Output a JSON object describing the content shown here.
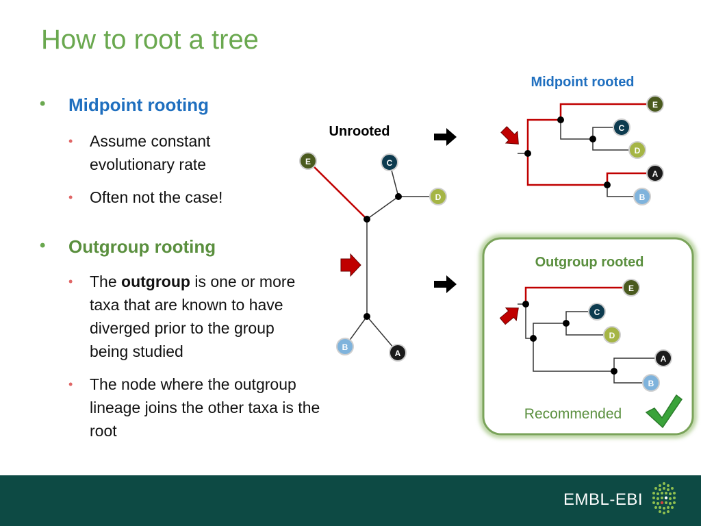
{
  "title": "How to root a tree",
  "bullets": {
    "midpoint": {
      "heading": "Midpoint rooting",
      "items": [
        "Assume constant evolutionary rate",
        "Often not the case!"
      ]
    },
    "outgroup": {
      "heading": "Outgroup rooting",
      "item1_pre": "The ",
      "item1_bold": "outgroup",
      "item1_post": " is one or more taxa that are known to have diverged prior to the group being studied",
      "item2": "The node where the outgroup lineage joins the other taxa is the root"
    }
  },
  "diagram": {
    "unrooted_label": "Unrooted",
    "midpoint_label": "Midpoint rooted",
    "outgroup_label": "Outgroup rooted",
    "recommended_label": "Recommended",
    "taxa": {
      "A": "A",
      "B": "B",
      "C": "C",
      "D": "D",
      "E": "E"
    }
  },
  "colors": {
    "title_green": "#6aa84f",
    "heading_blue": "#1f6fbf",
    "heading_green": "#5a8f3e",
    "branch_red": "#c00000",
    "taxon_E": "#4a5a1e",
    "taxon_C": "#0d3b4f",
    "taxon_D": "#a5b545",
    "taxon_A": "#1a1a1a",
    "taxon_B": "#7fb3dc",
    "footer": "#0d4a44"
  },
  "footer": {
    "brand": "EMBL-EBI",
    "logo_icon": "embl-ebi-dot-logo-icon"
  }
}
